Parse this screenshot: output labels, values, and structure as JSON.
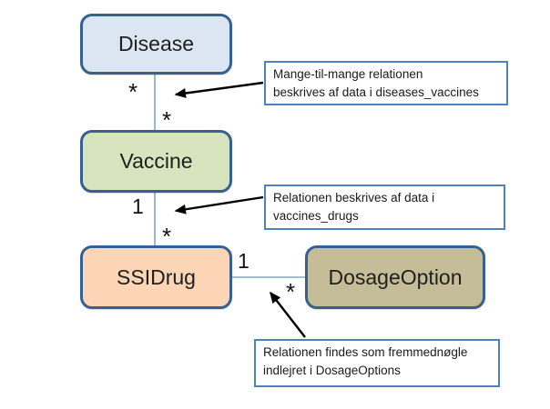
{
  "diagram": {
    "entities": [
      {
        "label": "Disease",
        "fill": "#dce6f2"
      },
      {
        "label": "Vaccine",
        "fill": "#d7e4bd"
      },
      {
        "label": "SSIDrug",
        "fill": "#fbd5b5"
      },
      {
        "label": "DosageOption",
        "fill": "#c4bd97"
      }
    ],
    "cardinalities": {
      "disease_vaccine_upper": "*",
      "disease_vaccine_lower": "*",
      "vaccine_ssidrug_upper": "1",
      "vaccine_ssidrug_lower": "*",
      "ssidrug_dosage_left": "1",
      "ssidrug_dosage_right": "*"
    },
    "annotations": [
      {
        "line1": "Mange-til-mange relationen",
        "line2": "beskrives af data i diseases_vaccines"
      },
      {
        "line1": "Relationen beskrives af data i",
        "line2": "vaccines_drugs"
      },
      {
        "line1": "Relationen findes som fremmednøgle",
        "line2": "indlejret i DosageOptions"
      }
    ],
    "colors": {
      "entity_border": "#376092",
      "annotation_border": "#4f81bd",
      "connector": "#7da7d9",
      "arrow": "#000000"
    }
  }
}
